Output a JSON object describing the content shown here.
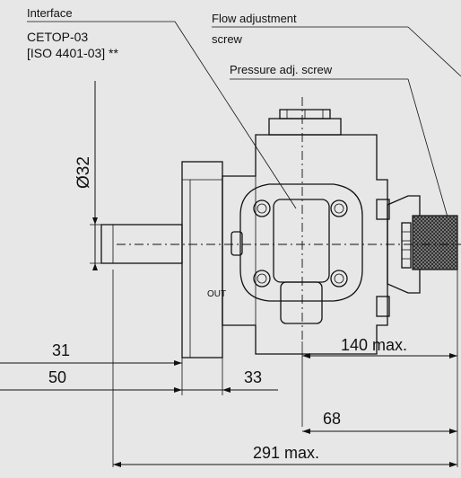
{
  "labels": {
    "interface": "Interface",
    "cetop_line1": "CETOP-03",
    "cetop_line2": "[ISO 4401-03] **",
    "flow_adj_line1": "Flow adjustment",
    "flow_adj_line2": "screw",
    "pressure_adj": "Pressure adj. screw",
    "out": "OUT"
  },
  "dimensions": {
    "diameter": "Ø32",
    "d31": "31",
    "d50": "50",
    "d33": "33",
    "d68": "68",
    "d140": "140 max.",
    "d291": "291 max."
  },
  "colors": {
    "background": "#e7e7e7",
    "line": "#111111"
  }
}
